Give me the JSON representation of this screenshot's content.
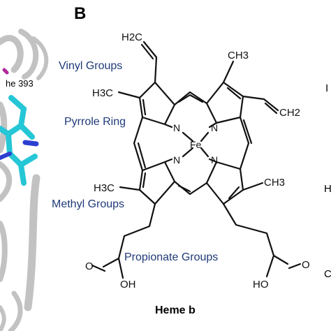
{
  "panel_label": "B",
  "side_panel": {
    "residue_label": "he 393"
  },
  "annotations": {
    "vinyl": "Vinyl Groups",
    "pyrrole": "Pyrrole Ring",
    "methyl": "Methyl Groups",
    "propionate": "Propionate Groups"
  },
  "caption": "Heme b",
  "atoms": {
    "iron": "Fe",
    "nitrogen": "N",
    "hydroxyl_left": "OH",
    "hydroxyl_right": "HO",
    "oxygen": "O"
  },
  "substituents": {
    "vinyl_top": "H2C",
    "vinyl_right": "CH2",
    "methyl_top_right": "CH3",
    "methyl_left_upper": "H3C",
    "methyl_left_lower": "H3C",
    "methyl_right_lower": "CH3"
  },
  "right_edge_fragments": [
    "I",
    "H",
    "C"
  ],
  "colors": {
    "annotation": "#1f3a78",
    "bond": "#111111",
    "protein_ribbon": "#bdbdbd",
    "ligand_cyan": "#25c6d6",
    "ligand_blue": "#2d3fd0",
    "ligand_magenta": "#b0289a"
  }
}
